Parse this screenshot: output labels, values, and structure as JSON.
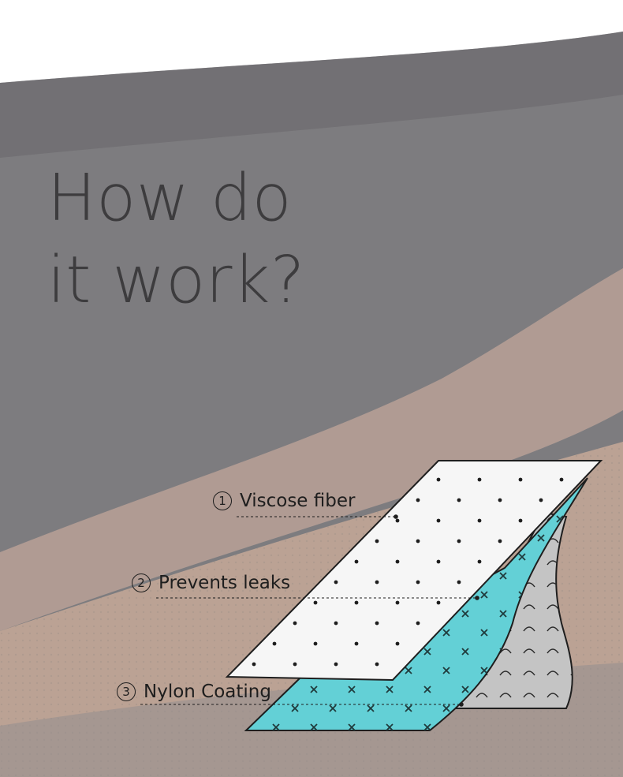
{
  "headline": {
    "line1": "How do",
    "line2": "it work?"
  },
  "layers": [
    {
      "number": "1",
      "label": "Viscose fiber"
    },
    {
      "number": "2",
      "label": "Prevents leaks"
    },
    {
      "number": "3",
      "label": "Nylon Coating"
    }
  ],
  "colors": {
    "top_layer": "#f6f6f6",
    "middle_layer": "#63d0d6",
    "bottom_layer": "#c4c4c4",
    "background_fabric": "#d3b3a3",
    "overlay": "#7a797c"
  }
}
